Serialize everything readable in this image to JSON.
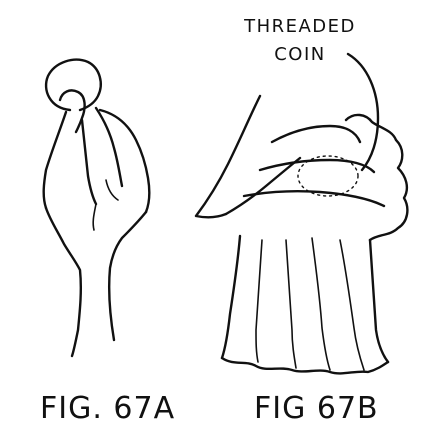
{
  "panels": [
    {
      "caption": "FIG. 67A"
    },
    {
      "caption": "FIG 67B",
      "callout": [
        "THREADED",
        "COIN"
      ]
    }
  ]
}
